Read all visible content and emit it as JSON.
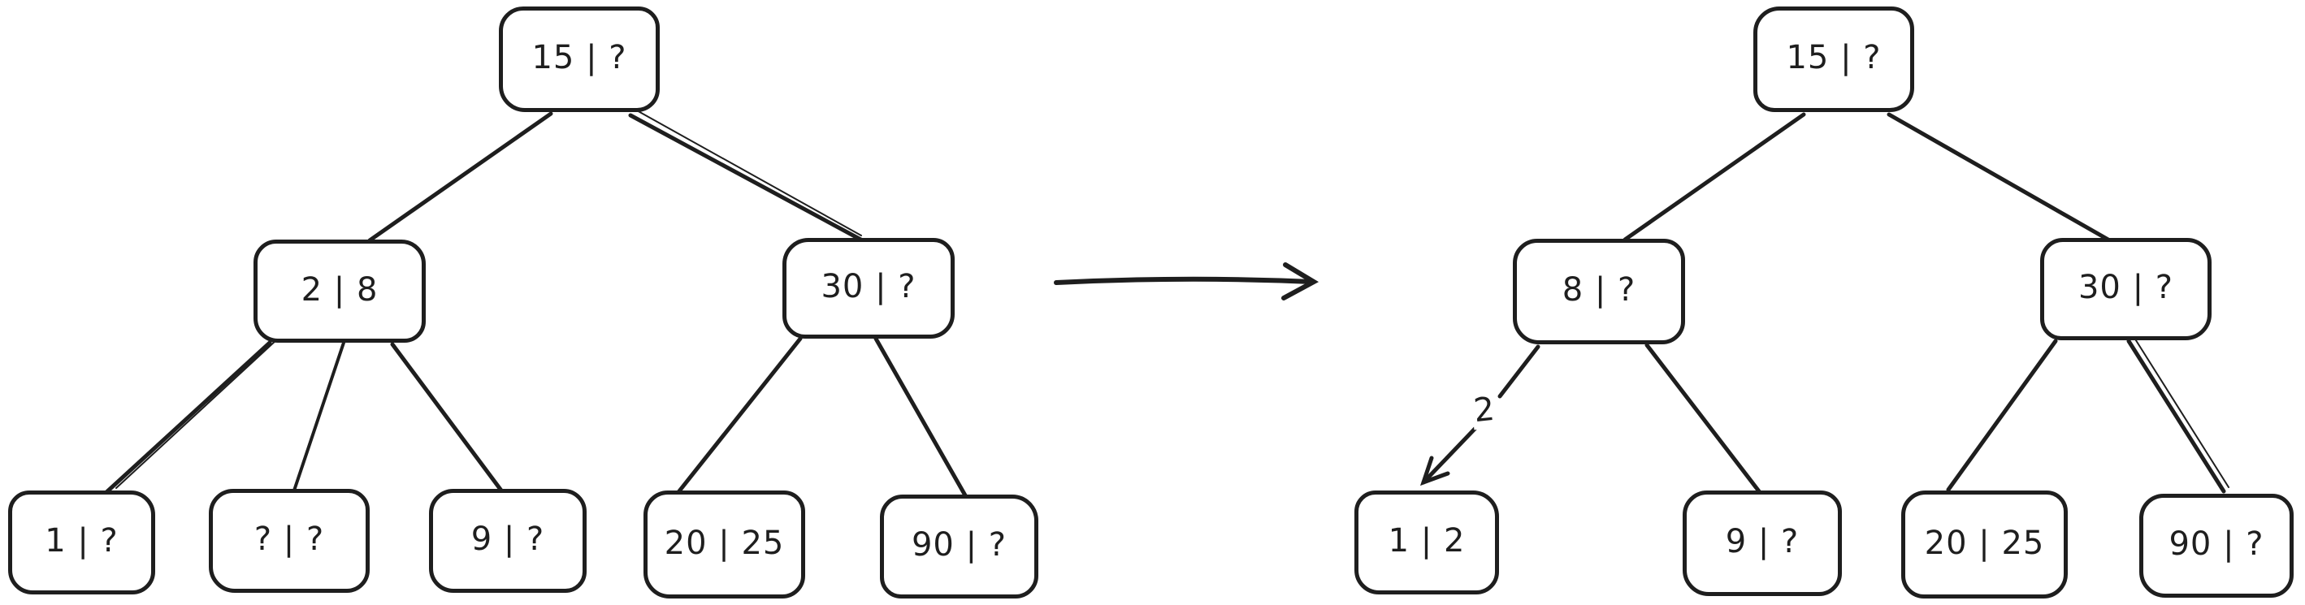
{
  "diagram": {
    "style": "hand-drawn sketch",
    "stroke_color": "#1e1e1e",
    "background_color": "#ffffff"
  },
  "before_tree": {
    "root": {
      "label": "15 | ?"
    },
    "level2": {
      "left": {
        "label": "2 | 8"
      },
      "right": {
        "label": "30 | ?"
      }
    },
    "leaves": {
      "leaf1": {
        "label": "1 | ?"
      },
      "leaf2": {
        "label": "? | ?"
      },
      "leaf3": {
        "label": "9 | ?"
      },
      "leaf4": {
        "label": "20 | 25"
      },
      "leaf5": {
        "label": "90 | ?"
      }
    }
  },
  "transform_arrow": {
    "direction": "right"
  },
  "after_tree": {
    "root": {
      "label": "15 | ?"
    },
    "level2": {
      "left": {
        "label": "8 | ?"
      },
      "right": {
        "label": "30 | ?"
      }
    },
    "leaves": {
      "leaf1": {
        "label": "1 | 2"
      },
      "leaf2": {
        "label": "9 | ?"
      },
      "leaf3": {
        "label": "20 | 25"
      },
      "leaf4": {
        "label": "90 | ?"
      }
    },
    "edge_label": "2"
  }
}
